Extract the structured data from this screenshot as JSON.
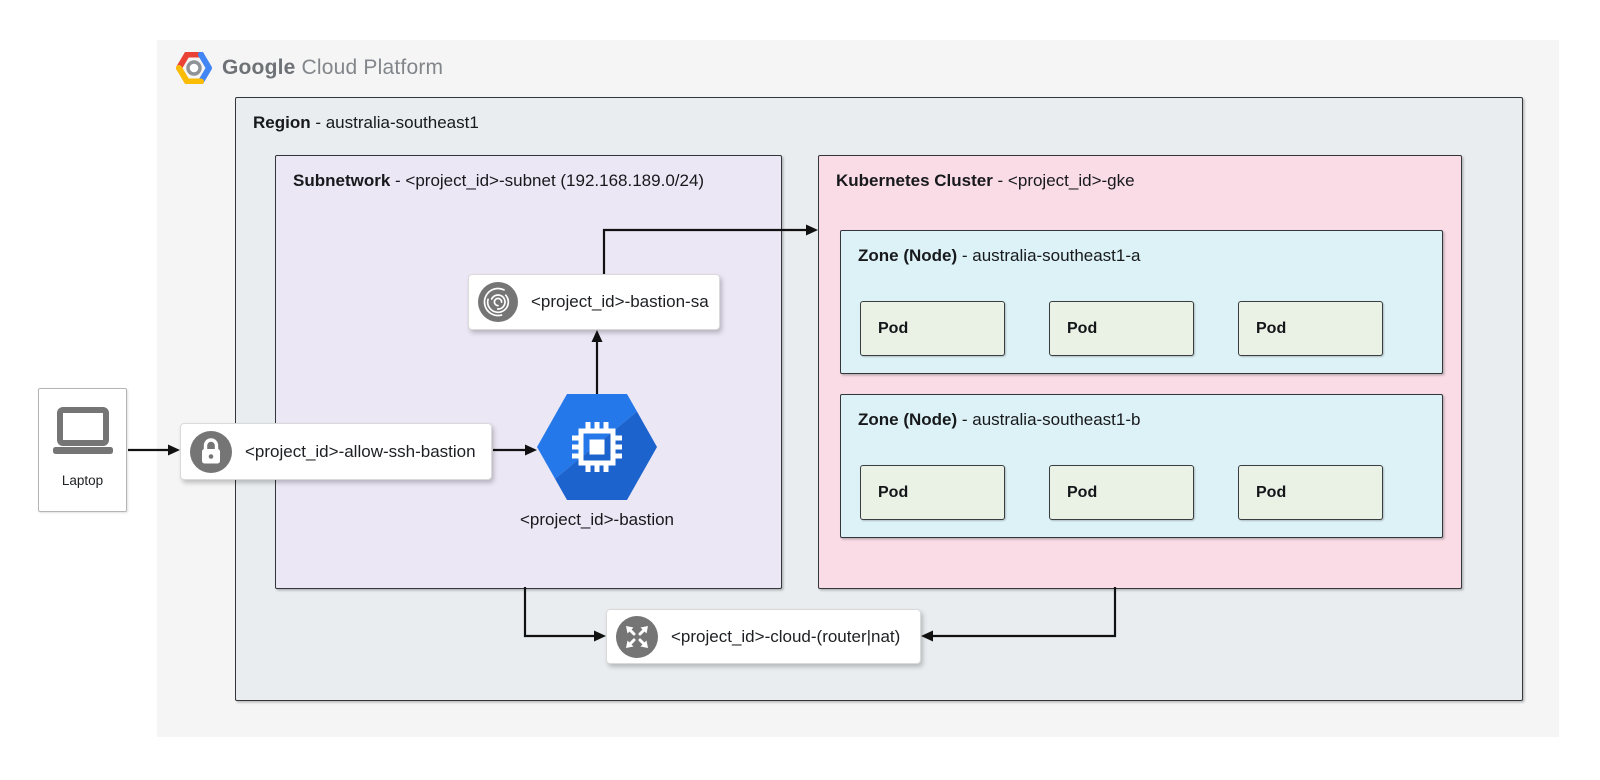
{
  "logo": {
    "brand": "Google",
    "product": "Cloud Platform"
  },
  "laptop": {
    "label": "Laptop"
  },
  "region": {
    "name": "Region",
    "detail": " - australia-southeast1"
  },
  "subnetwork": {
    "name": "Subnetwork",
    "detail": " - <project_id>-subnet (192.168.189.0/24)"
  },
  "firewall_rule": {
    "label": "<project_id>-allow-ssh-bastion"
  },
  "service_account": {
    "label": "<project_id>-bastion-sa"
  },
  "bastion": {
    "label": "<project_id>-bastion"
  },
  "cloud_router": {
    "label": "<project_id>-cloud-(router|nat)"
  },
  "cluster": {
    "name": "Kubernetes Cluster",
    "detail": " - <project_id>-gke",
    "zones": [
      {
        "name": "Zone (Node)",
        "detail": " - australia-southeast1-a",
        "pods": [
          "Pod",
          "Pod",
          "Pod"
        ]
      },
      {
        "name": "Zone (Node)",
        "detail": " - australia-southeast1-b",
        "pods": [
          "Pod",
          "Pod",
          "Pod"
        ]
      }
    ]
  },
  "icons": {
    "gcp-logo-icon": "multicolor hexagon (red/blue/yellow) with gray ring center",
    "laptop-icon": "gray laptop outline with base bar",
    "lock-icon": "white padlock on gray circle",
    "fingerprint-icon": "white fingerprint arcs on gray circle",
    "compute-engine-icon": "white cpu chip on blue hexagon",
    "router-icon": "four white diagonal outward arrows on gray circle"
  },
  "colors": {
    "canvas_bg": "#f5f5f6",
    "region_bg": "#e9edf0",
    "subnet_bg": "#ece7f5",
    "cluster_bg": "#fadce6",
    "zone_bg": "#dcf2f6",
    "pod_bg": "#e9f2e5",
    "border_dark": "#33363a",
    "icon_gray": "#757575",
    "bastion_blue_light": "#2478ea",
    "bastion_blue_dark": "#1c63ce",
    "arrow_black": "#111111"
  }
}
